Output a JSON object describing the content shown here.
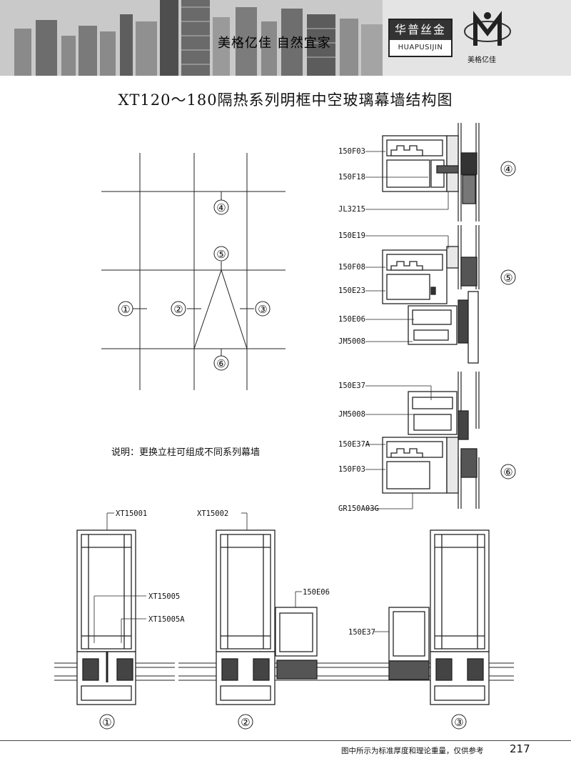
{
  "header": {
    "slogan": "美格亿佳  自然宜家",
    "brand_cn": "华普丝金",
    "brand_en": "HUAPUSIJIN",
    "logo_text": "美格亿佳"
  },
  "title": "XT120～180隔热系列明框中空玻璃幕墙结构图",
  "grid_markers": [
    "④",
    "⑤",
    "①",
    "②",
    "③",
    "⑥"
  ],
  "section_markers": [
    "④",
    "⑤",
    "⑥"
  ],
  "section_labels": {
    "s4": [
      "150F03",
      "150F18",
      "JL3215"
    ],
    "s5": [
      "150E19",
      "150F08",
      "150E23",
      "150E06",
      "JM5008"
    ],
    "s6": [
      "150E37",
      "JM5008",
      "150E37A",
      "150F03",
      "GR150A03G"
    ]
  },
  "note": "说明：更换立柱可组成不同系列幕墙",
  "bottom_labels": {
    "b1": [
      "XT15001",
      "XT15005",
      "XT15005A"
    ],
    "b2": [
      "XT15002",
      "150E06"
    ],
    "b3": [
      "150E37"
    ]
  },
  "bottom_markers": [
    "①",
    "②",
    "③"
  ],
  "footer": {
    "text": "图中所示为标准厚度和理论重量，仅供参考",
    "page": "217"
  }
}
